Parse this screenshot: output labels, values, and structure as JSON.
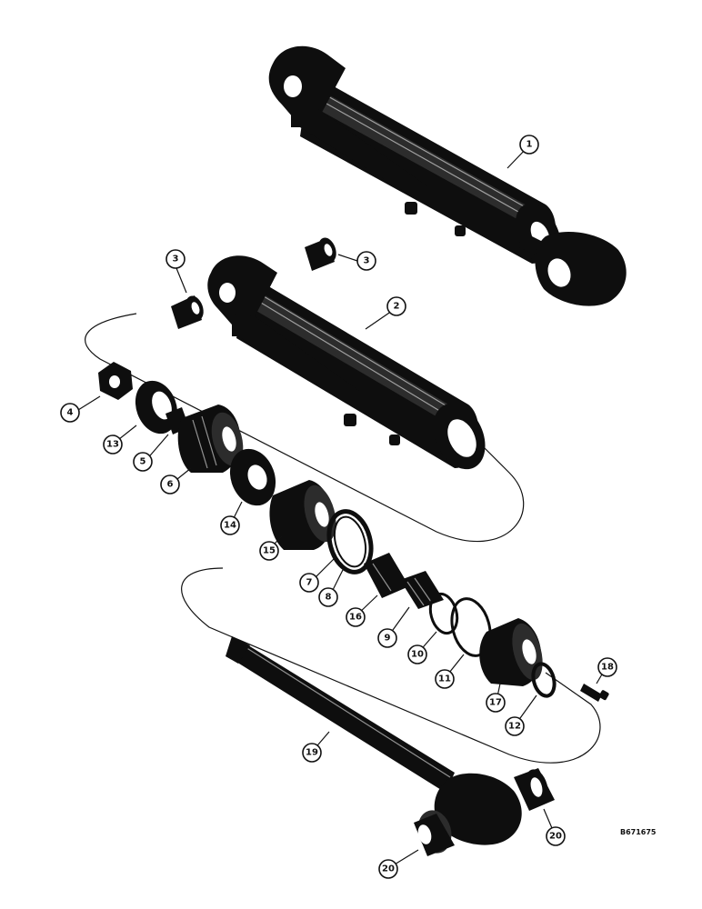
{
  "callouts": [
    {
      "id": "1",
      "label": "1"
    },
    {
      "id": "2",
      "label": "2"
    },
    {
      "id": "3a",
      "label": "3"
    },
    {
      "id": "3b",
      "label": "3"
    },
    {
      "id": "4",
      "label": "4"
    },
    {
      "id": "5",
      "label": "5"
    },
    {
      "id": "6",
      "label": "6"
    },
    {
      "id": "7",
      "label": "7"
    },
    {
      "id": "8",
      "label": "8"
    },
    {
      "id": "9",
      "label": "9"
    },
    {
      "id": "10",
      "label": "10"
    },
    {
      "id": "11",
      "label": "11"
    },
    {
      "id": "12",
      "label": "12"
    },
    {
      "id": "13",
      "label": "13"
    },
    {
      "id": "14",
      "label": "14"
    },
    {
      "id": "15",
      "label": "15"
    },
    {
      "id": "16",
      "label": "16"
    },
    {
      "id": "17",
      "label": "17"
    },
    {
      "id": "18",
      "label": "18"
    },
    {
      "id": "19",
      "label": "19"
    },
    {
      "id": "20a",
      "label": "20"
    },
    {
      "id": "20b",
      "label": "20"
    }
  ],
  "reference_code": "B671675",
  "colors": {
    "ink": "#0e0e0e",
    "paper": "#ffffff"
  }
}
